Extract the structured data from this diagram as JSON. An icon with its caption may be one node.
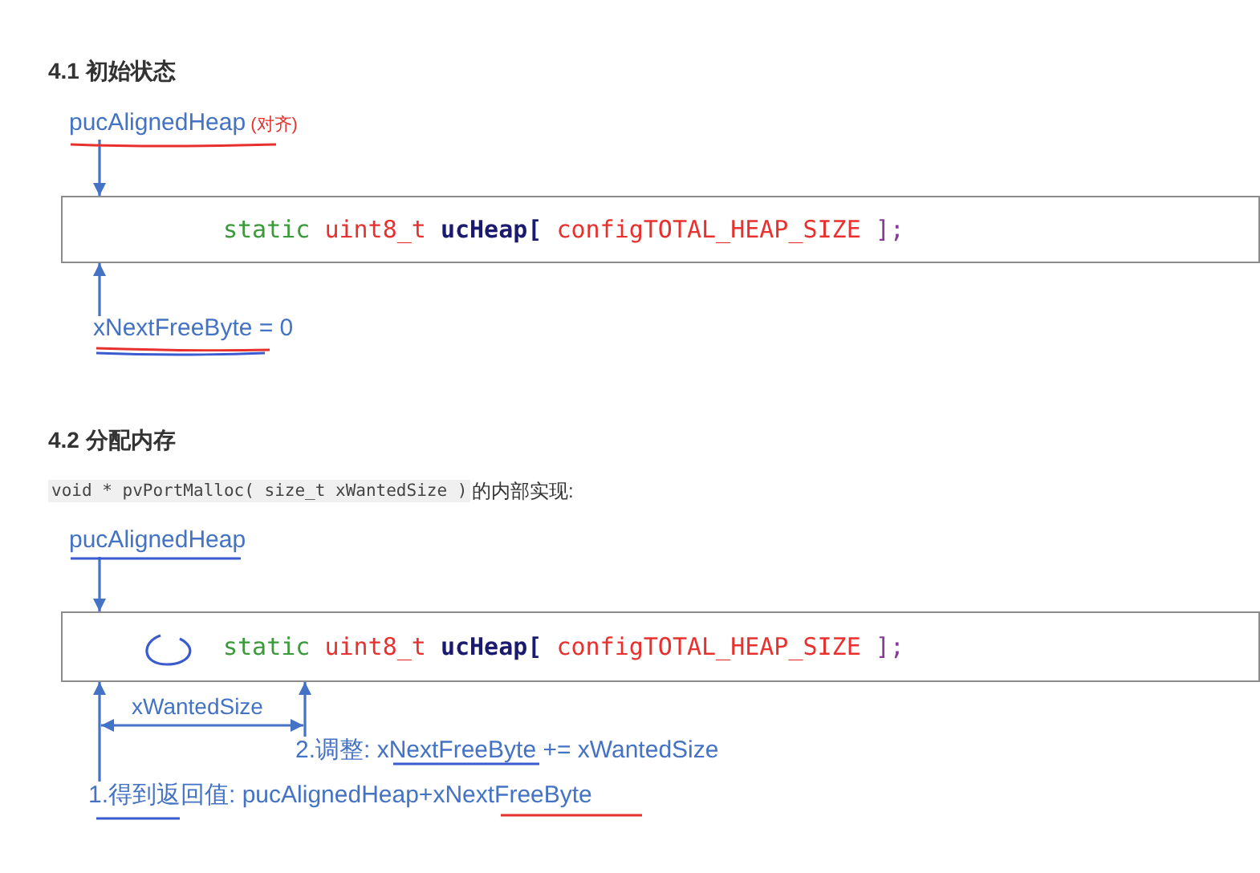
{
  "diagram": {
    "nodes": [
      {
        "text": [
          "pucAlignedHeap",
          "(对齐)"
        ]
      },
      {
        "text": [
          "static uint8_t ucHeap[ configTOTAL_HEAP_SIZE ];"
        ]
      },
      {
        "text": [
          "xNextFreeByte = 0"
        ]
      },
      {
        "text": [
          "pucAlignedHeap"
        ]
      },
      {
        "text": [
          "static uint8_t ucHeap[ configTOTAL_HEAP_SIZE ];"
        ]
      },
      {
        "text": [
          "1.得到返回值: pucAlignedHeap+xNextFreeByte"
        ]
      },
      {
        "text": [
          "2.调整: xNextFreeByte += xWantedSize"
        ]
      }
    ],
    "edges": [
      {
        "from": 0,
        "to": 1,
        "arrow": "to"
      },
      {
        "from": 2,
        "to": 1,
        "arrow": "to"
      },
      {
        "from": 3,
        "to": 4,
        "arrow": "to"
      },
      {
        "from": 5,
        "to": 4,
        "arrow": "to"
      },
      {
        "from": 6,
        "to": 4,
        "arrow": "to"
      }
    ],
    "labels": [
      "4.1 初始状态",
      "4.2 分配内存",
      "void * pvPortMalloc( size_t xWantedSize )",
      "的内部实现:",
      "xWantedSize"
    ]
  }
}
